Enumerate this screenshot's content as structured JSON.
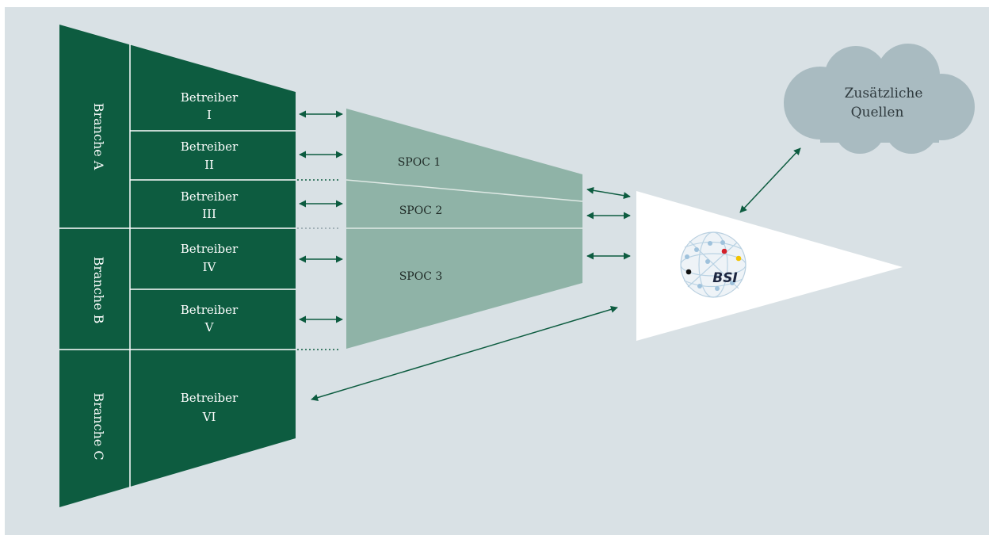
{
  "operator_word": "Betreiber",
  "branches": [
    {
      "label": "Branche A"
    },
    {
      "label": "Branche B"
    },
    {
      "label": "Branche C"
    }
  ],
  "operators": [
    {
      "label": "Betreiber",
      "numeral": "I"
    },
    {
      "label": "Betreiber",
      "numeral": "II"
    },
    {
      "label": "Betreiber",
      "numeral": "III"
    },
    {
      "label": "Betreiber",
      "numeral": "IV"
    },
    {
      "label": "Betreiber",
      "numeral": "V"
    },
    {
      "label": "Betreiber",
      "numeral": "VI"
    }
  ],
  "spocs": [
    {
      "label": "SPOC 1"
    },
    {
      "label": "SPOC 2"
    },
    {
      "label": "SPOC 3"
    }
  ],
  "hub": {
    "label": "BSI",
    "logo": "globe-network-logo"
  },
  "cloud": {
    "line1": "Zusätzliche",
    "line2": "Quellen"
  },
  "colors": {
    "background": "#d9e1e5",
    "operator_green": "#0d5c40",
    "spoc_green": "#8fb3a7",
    "arrow": "#0d5c40",
    "cloud": "#a9bbc1",
    "hub": "#ffffff"
  }
}
